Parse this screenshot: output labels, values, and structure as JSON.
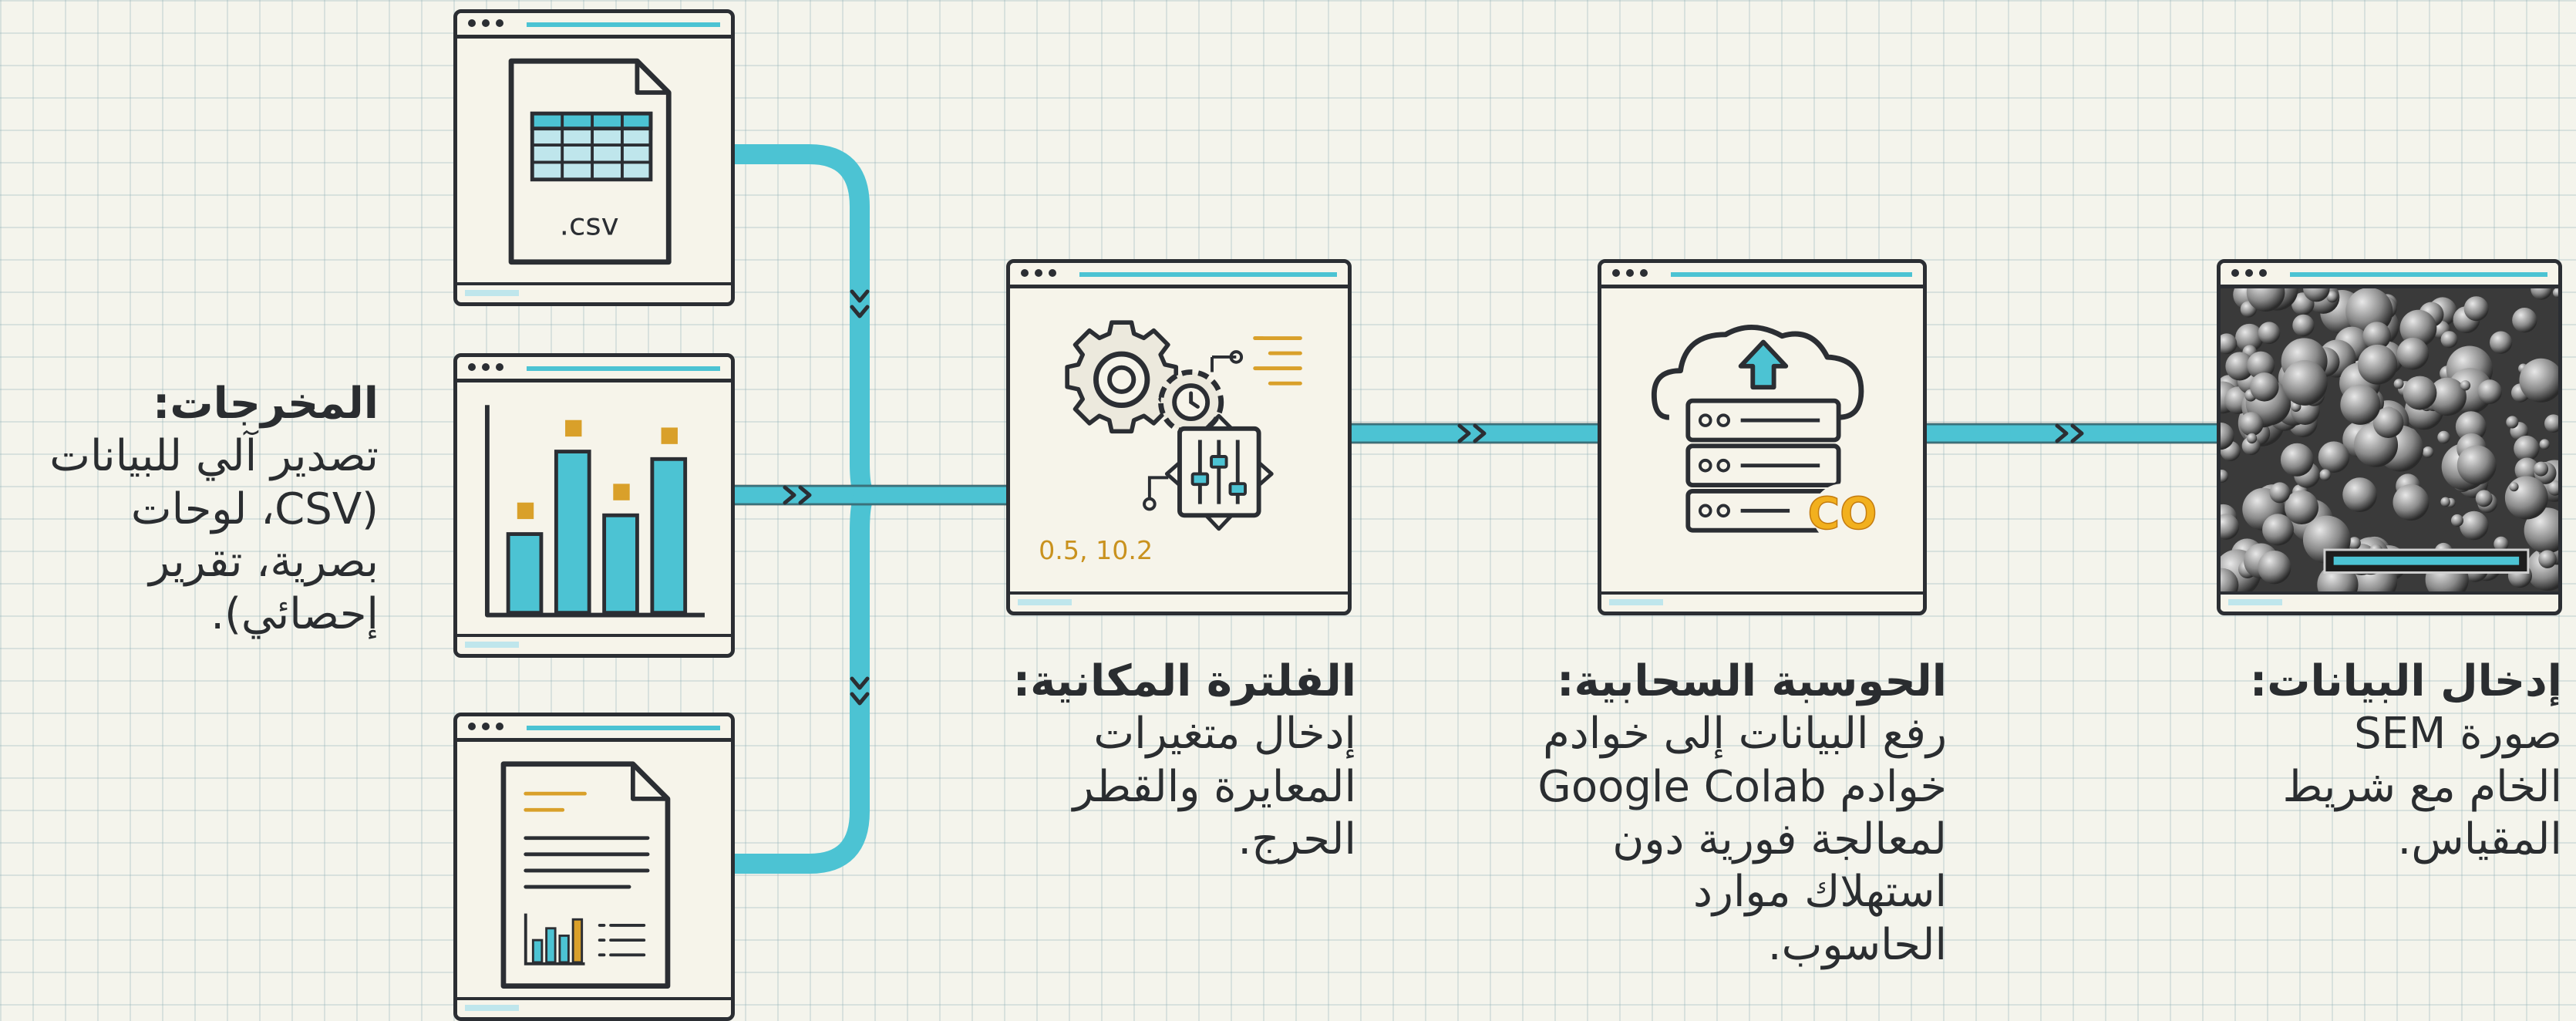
{
  "steps": {
    "input": {
      "title": "إدخال البيانات:",
      "lines": [
        "صورة SEM",
        "الخام مع شريط",
        "المقياس."
      ]
    },
    "cloud": {
      "title": "الحوسبة السحابية:",
      "lines": [
        "رفع البيانات إلى خوادم",
        "خوادم Google Colab",
        "لمعالجة فورية دون",
        "استهلاك موارد",
        "الحاسوب."
      ],
      "logo_text": "CO"
    },
    "filter": {
      "title": "الفلترة المكانية:",
      "lines": [
        "إدخال متغيرات",
        "المعايرة والقطر",
        "الحرج."
      ],
      "params_text": "0.5, 10.2"
    },
    "outputs": {
      "title": "المخرجات:",
      "lines": [
        "تصدير آلي للبيانات",
        "(CSV، لوحات",
        "بصرية، تقرير",
        "إحصائي)."
      ],
      "csv_label": ".csv"
    }
  },
  "mini_bar_chart": {
    "values": [
      0.42,
      0.86,
      0.52,
      0.82
    ]
  },
  "colors": {
    "accent": "#4cc3d3",
    "accent_dark": "#1f9fb4",
    "outline": "#2b2e33",
    "gold": "#d9a02a",
    "background": "#f4f4ec"
  }
}
